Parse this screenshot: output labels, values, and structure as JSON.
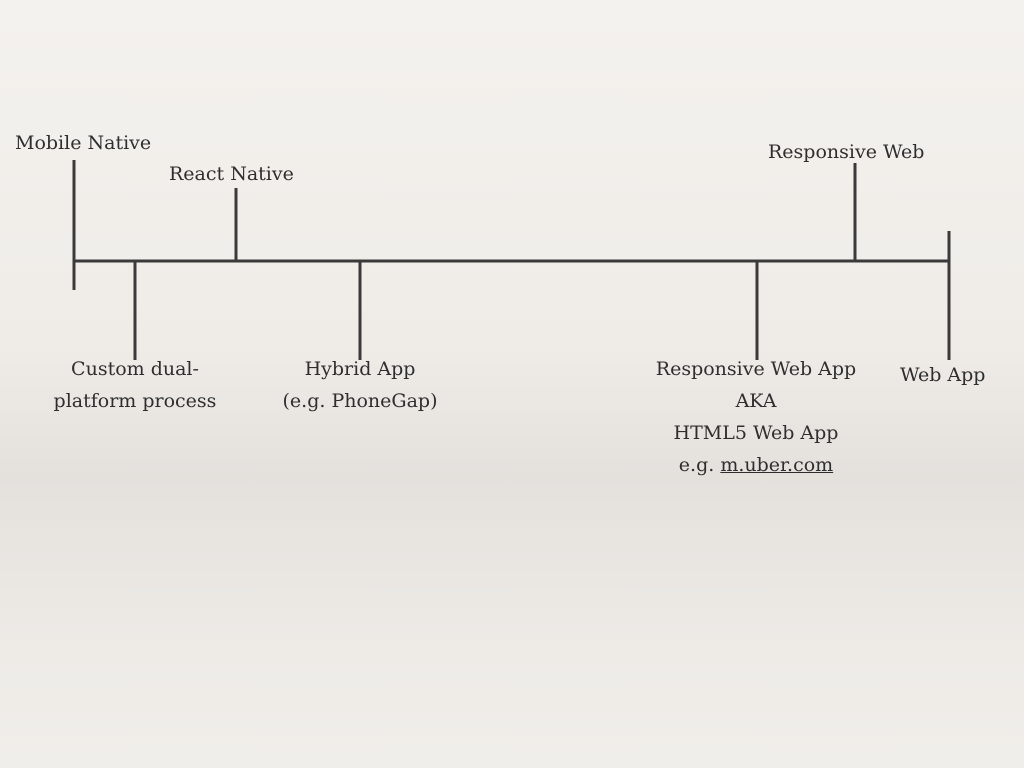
{
  "diagram": {
    "above": [
      {
        "id": "mobile-native",
        "label": "Mobile Native"
      },
      {
        "id": "react-native",
        "label": "React Native"
      },
      {
        "id": "responsive-web",
        "label": "Responsive Web"
      }
    ],
    "below": [
      {
        "id": "custom-dual",
        "lines": [
          "Custom dual-",
          "platform process"
        ]
      },
      {
        "id": "hybrid-app",
        "lines": [
          "Hybrid App",
          "(e.g. PhoneGap)"
        ]
      },
      {
        "id": "responsive-web-app",
        "lines": [
          "Responsive Web App",
          "AKA",
          "HTML5 Web App"
        ],
        "example_prefix": "e.g.",
        "example_link": "m.uber.com"
      },
      {
        "id": "web-app",
        "label": "Web App"
      }
    ],
    "colors": {
      "line": "#3a3a3a",
      "text": "#2e2e2e",
      "background": "#f1efeb"
    }
  }
}
